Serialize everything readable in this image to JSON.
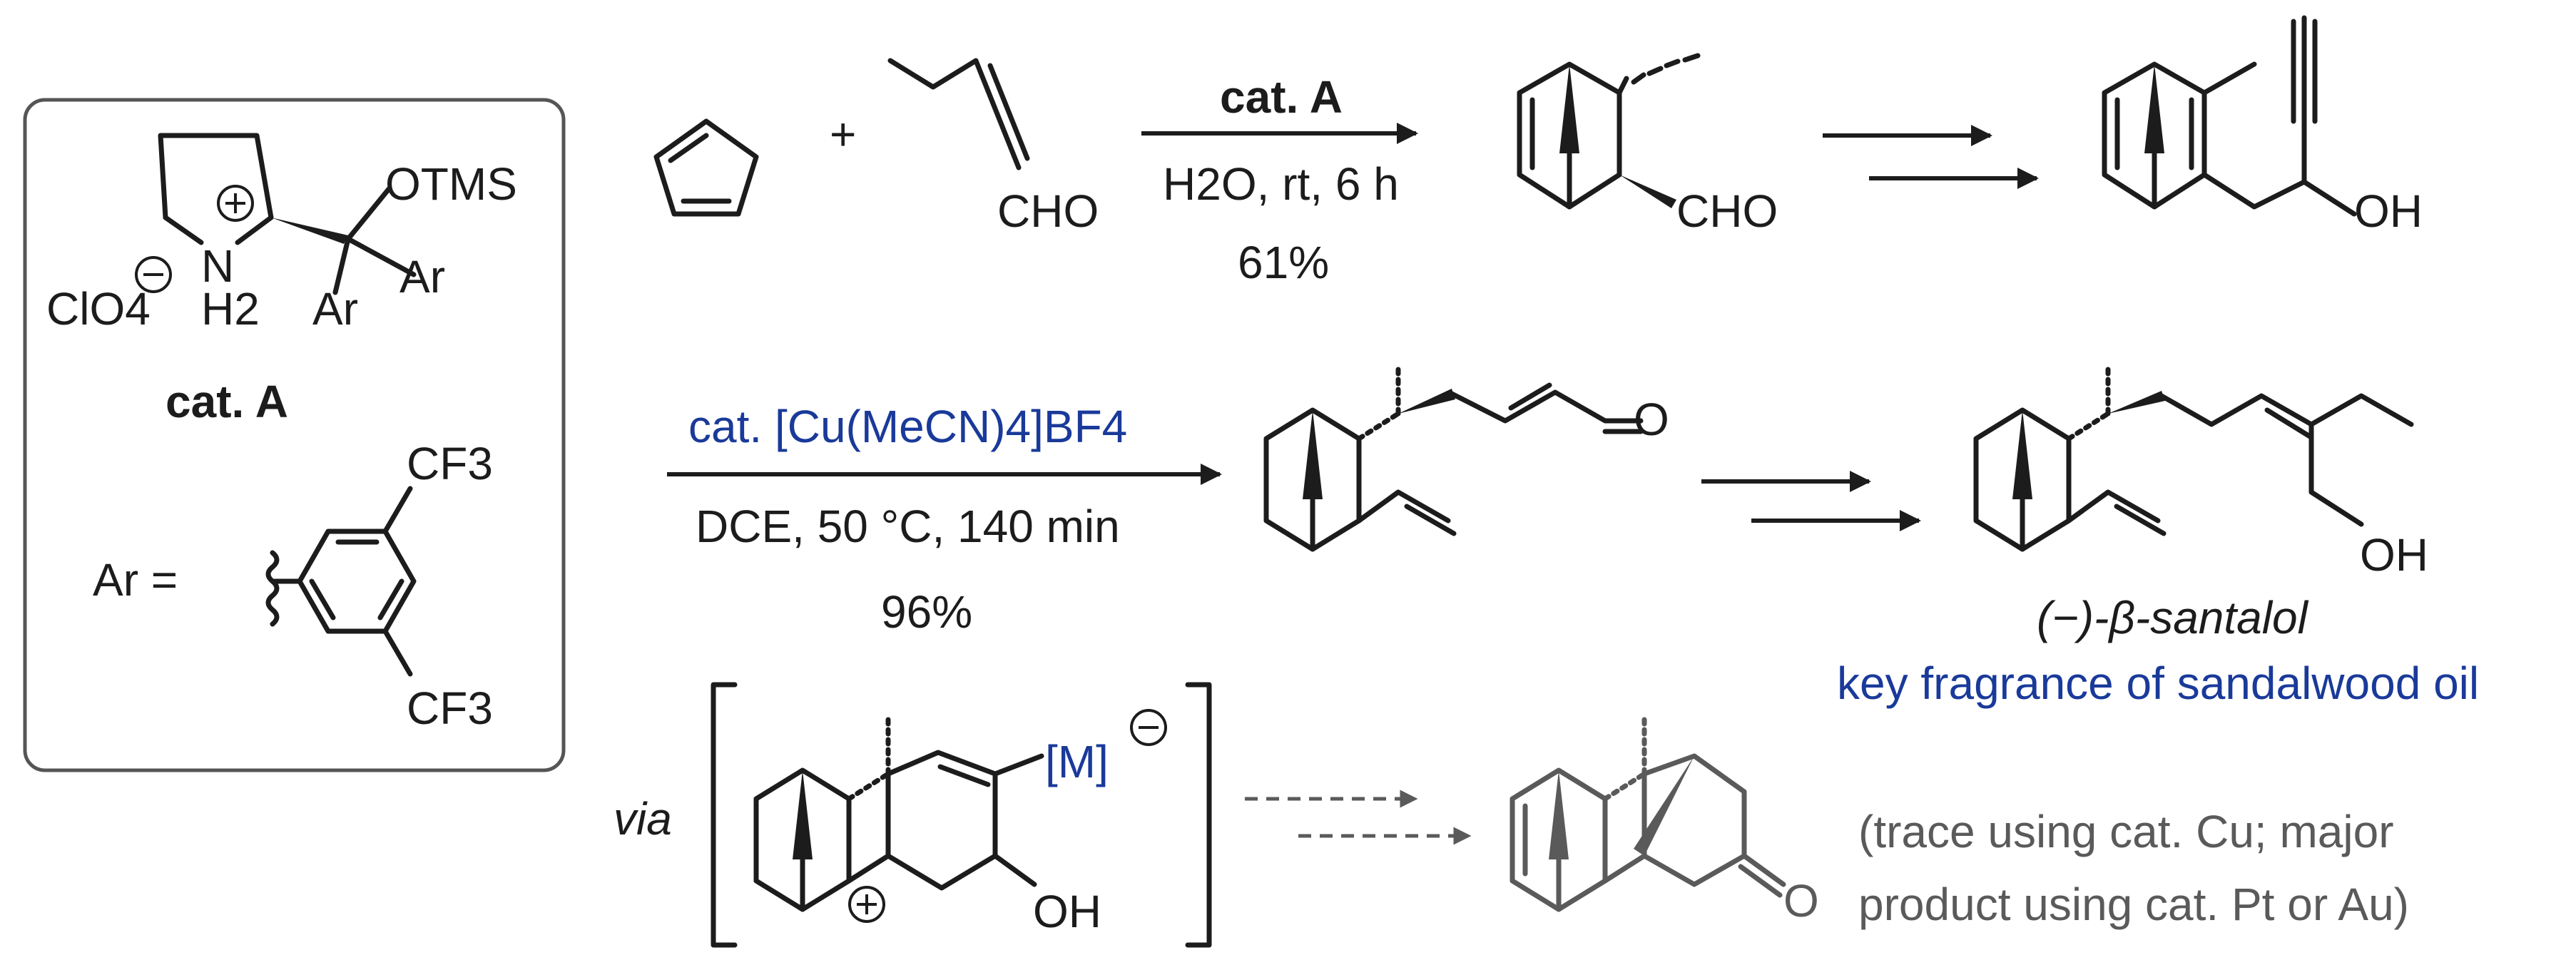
{
  "catalyst_box": {
    "counterion": "ClO4",
    "nh2_n": "N",
    "nh2_h": "H2",
    "otms": "OTMS",
    "ar1": "Ar",
    "ar2": "Ar",
    "label": "cat. A",
    "ar_definition": "Ar =",
    "cf3_top": "CF3",
    "cf3_bottom": "CF3"
  },
  "reaction1": {
    "plus": "+",
    "aldehyde": "CHO",
    "reagent": "cat. A",
    "conditions": "H2O, rt, 6 h",
    "yield": "61%",
    "product_group": "CHO",
    "propargyl_oh": "OH"
  },
  "reaction2": {
    "reagent": "cat. [Cu(MeCN)4]BF4",
    "conditions": "DCE, 50 °C, 140 min",
    "yield": "96%",
    "enal_o": "O",
    "product_oh": "OH",
    "product_name": "(−)-β-santalol",
    "product_note": "key fragrance of sandalwood oil"
  },
  "intermediate": {
    "via": "via",
    "metal": "[M]",
    "oh": "OH",
    "side_product_o": "O",
    "side_note_line1": "(trace using cat. Cu; major",
    "side_note_line2": "product using cat. Pt or Au)"
  },
  "colors": {
    "ink": "#1c1c1c",
    "accent_blue": "#1a3a9a",
    "side_gray": "#5a5a5a",
    "box_border": "#555555"
  }
}
